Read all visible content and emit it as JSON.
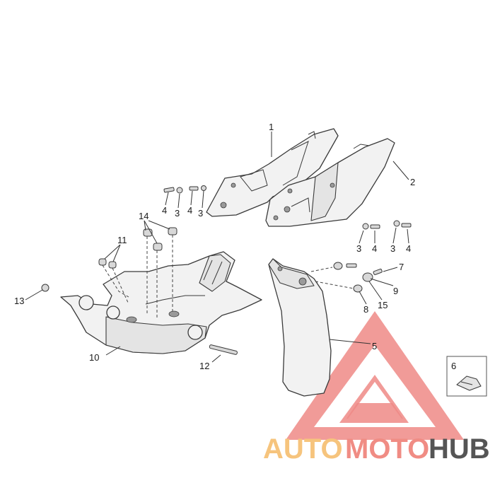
{
  "callouts": {
    "c1": "1",
    "c2": "2",
    "c4a": "4",
    "c3a": "3",
    "c4b": "4",
    "c3b": "3",
    "c14": "14",
    "c11": "11",
    "c13": "13",
    "c10": "10",
    "c12": "12",
    "c3c": "3",
    "c4c": "4",
    "c3d": "3",
    "c4d": "4",
    "c7": "7",
    "c9": "9",
    "c8": "8",
    "c15": "15",
    "c5": "5",
    "c6": "6"
  },
  "watermark": {
    "part1": "AUTO",
    "part2": "MOTO",
    "part3": "HUB",
    "colors": {
      "auto": "#f6c47d",
      "moto": "#f08c84",
      "hub": "#555555",
      "triangle": "#ee8a86"
    }
  }
}
